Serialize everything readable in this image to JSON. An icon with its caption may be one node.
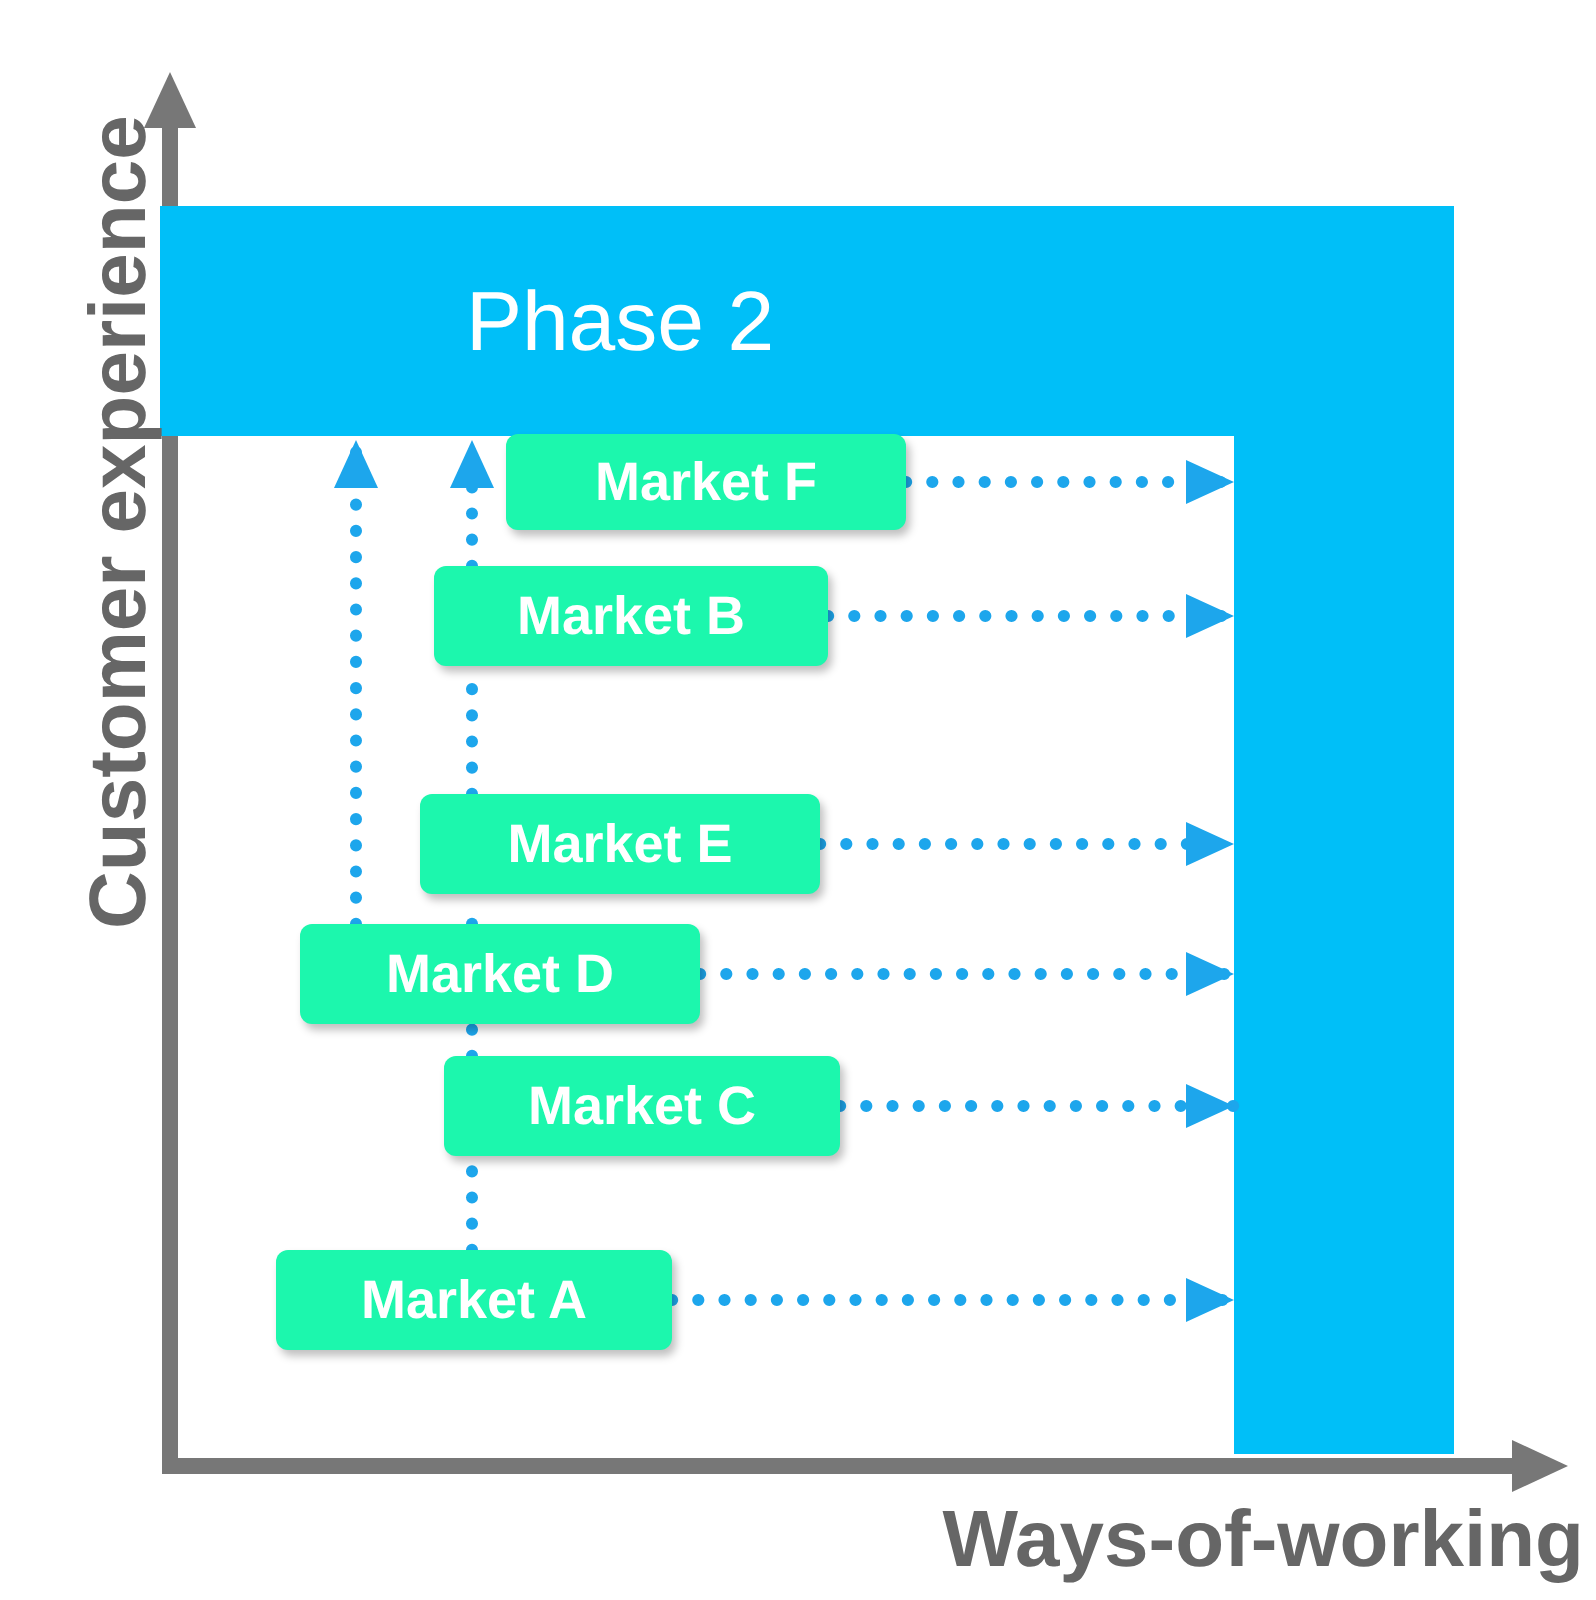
{
  "diagram": {
    "nodes": [
      {
        "text": [
          "Phase 2"
        ]
      },
      {
        "text": [
          "Market F"
        ]
      },
      {
        "text": [
          "Market B"
        ]
      },
      {
        "text": [
          "Market E"
        ]
      },
      {
        "text": [
          "Market D"
        ]
      },
      {
        "text": [
          "Market C"
        ]
      },
      {
        "text": [
          "Market A"
        ]
      }
    ],
    "edges": [
      {
        "from": 1,
        "to": 0,
        "arrow": "to",
        "style": "dashed"
      },
      {
        "from": 2,
        "to": 0,
        "arrow": "to",
        "style": "dashed"
      },
      {
        "from": 3,
        "to": 0,
        "arrow": "to",
        "style": "dashed"
      },
      {
        "from": 4,
        "to": 0,
        "arrow": "to",
        "style": "dashed"
      },
      {
        "from": 5,
        "to": 0,
        "arrow": "to",
        "style": "dashed"
      },
      {
        "from": 6,
        "to": 0,
        "arrow": "to",
        "style": "dashed"
      },
      {
        "from": 4,
        "to": 0,
        "arrow": "to",
        "style": "dashed"
      },
      {
        "from": 6,
        "to": 5,
        "arrow": "none",
        "style": "dashed"
      },
      {
        "from": 5,
        "to": 4,
        "arrow": "none",
        "style": "dashed"
      },
      {
        "from": 4,
        "to": 3,
        "arrow": "none",
        "style": "dashed"
      },
      {
        "from": 3,
        "to": 2,
        "arrow": "none",
        "style": "dashed"
      },
      {
        "from": 2,
        "to": 0,
        "arrow": "to",
        "style": "dashed"
      }
    ],
    "labels": [
      "Customer experience",
      "Ways-of-working"
    ]
  }
}
